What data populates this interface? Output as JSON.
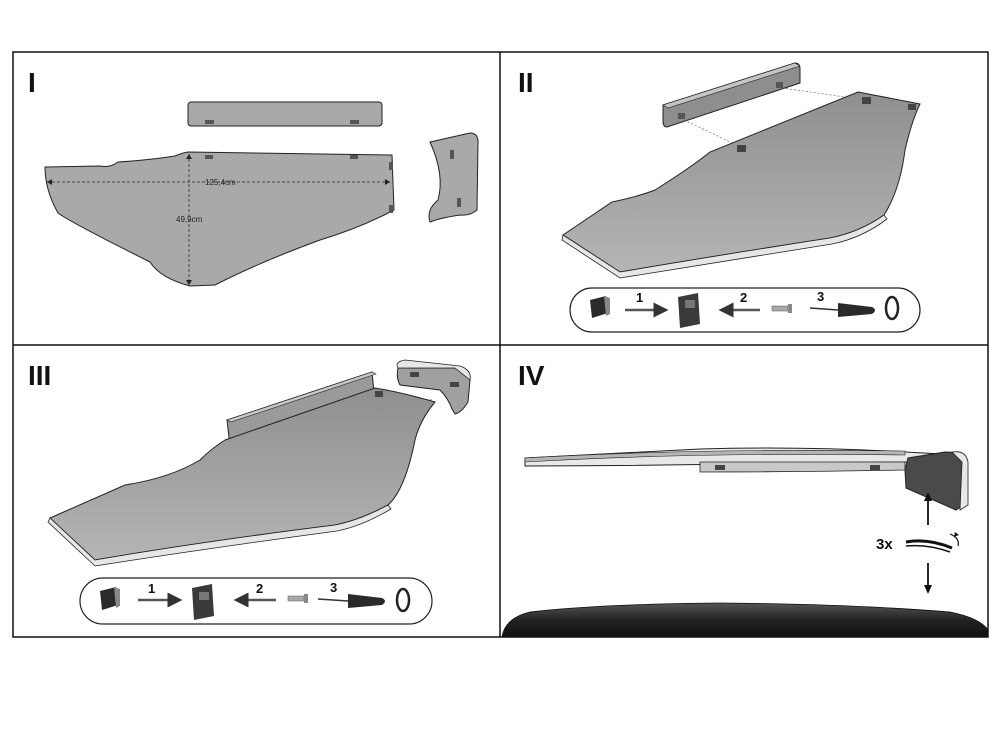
{
  "steps": [
    {
      "label": "I"
    },
    {
      "label": "II"
    },
    {
      "label": "III"
    },
    {
      "label": "IV"
    }
  ],
  "dimensions": {
    "width": "125,4cm",
    "height": "49,9cm"
  },
  "assembly_sequence": {
    "step1": "1",
    "step2": "2",
    "step3": "3"
  },
  "repeat_label": "3x",
  "colors": {
    "panel_fill": "#a6a6a6",
    "panel_edge": "#e8e8e8",
    "line": "#111111",
    "surface": "#2a2a2a"
  }
}
